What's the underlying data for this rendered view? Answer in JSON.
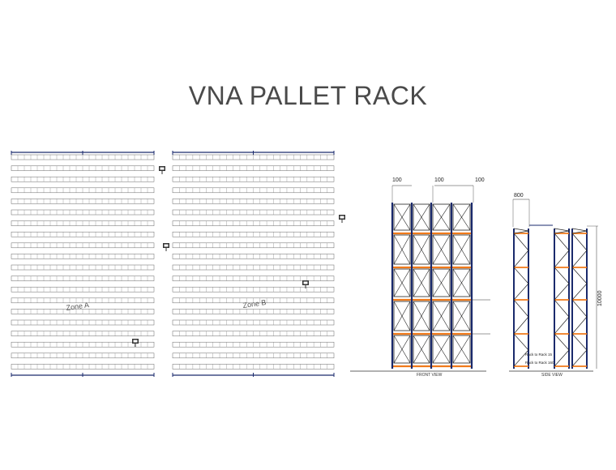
{
  "title": "VNA PALLET RACK",
  "plan": {
    "zone_a_label": "Zone A",
    "zone_b_label": "Zone B"
  },
  "front_view": {
    "dims": [
      "100",
      "100",
      "100"
    ],
    "label": "FRONT VIEW"
  },
  "side_view": {
    "depth_dim": "800",
    "height_dim": "10000",
    "notes": [
      "Rack to Rack 15",
      "Rack to Rack 160"
    ],
    "label": "SIDE VIEW"
  },
  "colors": {
    "upright": "#1a2a6c",
    "beam": "#f07a1a",
    "line": "#222222"
  }
}
